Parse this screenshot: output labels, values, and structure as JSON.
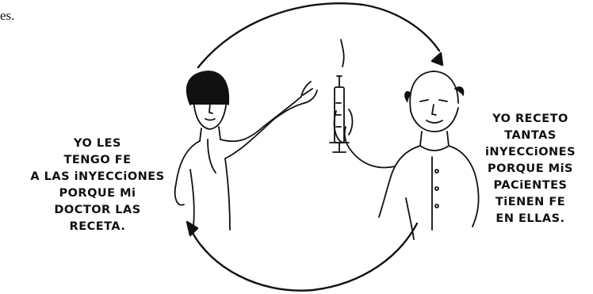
{
  "page_fragment": "es.",
  "caption_left": [
    "YO LES",
    "TENGO FE",
    "A LAS iNYECCiONES",
    "PORQUE Mi",
    "DOCTOR LAS",
    "RECETA."
  ],
  "caption_right": [
    "YO RECETO",
    "TANTAS",
    "iNYECCiONES",
    "PORQUE MiS",
    "PACiENTES",
    "TiENEN FE",
    "EN ELLAS."
  ],
  "colors": {
    "ink": "#111111",
    "background": "#ffffff"
  }
}
